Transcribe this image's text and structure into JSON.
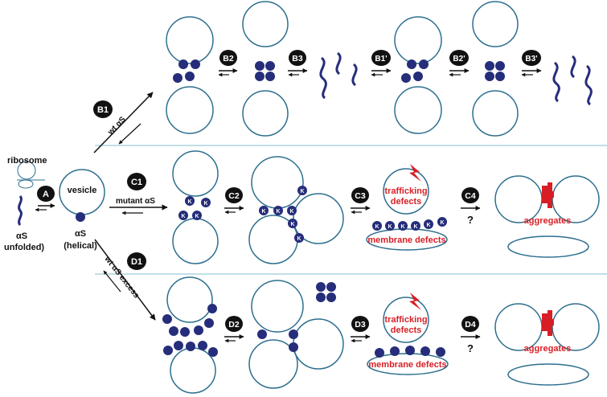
{
  "colors": {
    "vesicle": "#2d6f8e",
    "protein": "#262d7a",
    "red": "#d81e25",
    "divider": "#9cc9d6",
    "badge": "#111111"
  },
  "steps": {
    "A": "A",
    "B1": "B1",
    "B2": "B2",
    "B3": "B3",
    "B1p": "B1'",
    "B2p": "B2'",
    "B3p": "B3'",
    "C1": "C1",
    "C2": "C2",
    "C3": "C3",
    "C4": "C4",
    "D1": "D1",
    "D2": "D2",
    "D3": "D3",
    "D4": "D4"
  },
  "labels": {
    "ribosome": "ribosome",
    "vesicle": "vesicle",
    "as_unfolded_1": "αS",
    "as_unfolded_2": "unfolded)",
    "as_helical_1": "αS",
    "as_helical_2": "(helical)",
    "wt_as": "wt αS",
    "mutant_as": "mutant αS",
    "wt_as_excess": "wt αS excess",
    "k": "K",
    "question": "?",
    "trafficking_1": "trafficking",
    "trafficking_2": "defects",
    "membrane_defects": "membrane defects",
    "aggregates": "aggregates"
  }
}
